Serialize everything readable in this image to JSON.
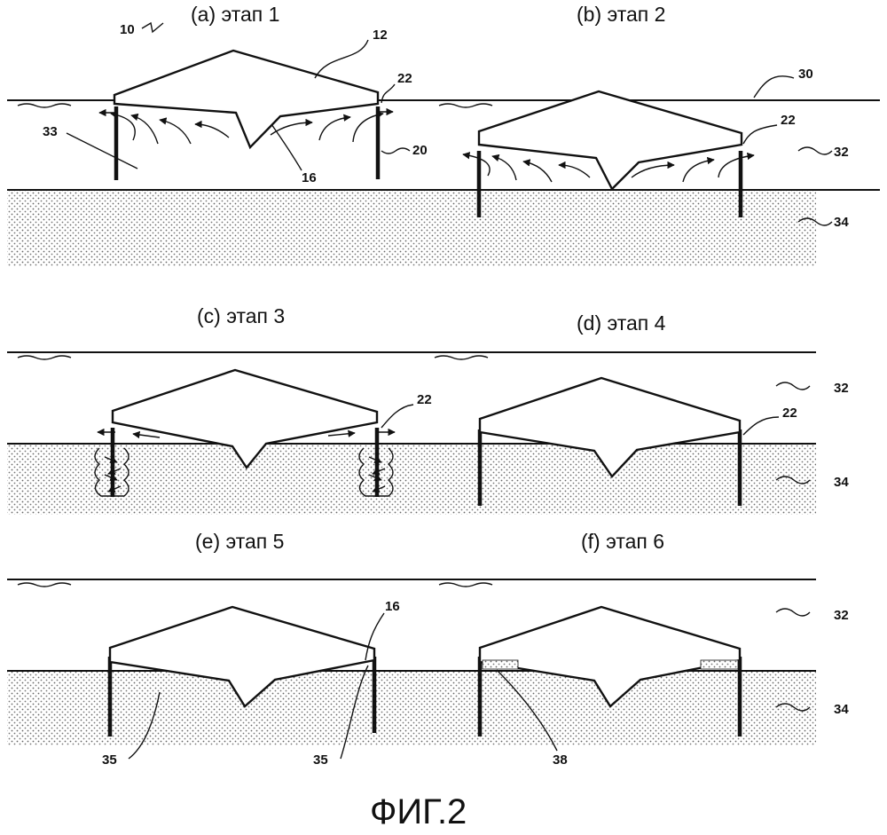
{
  "figure": {
    "caption": "ФИГ.2",
    "panels": [
      {
        "id": "a",
        "title": "(a) этап 1"
      },
      {
        "id": "b",
        "title": "(b) этап 2"
      },
      {
        "id": "c",
        "title": "(c) этап 3"
      },
      {
        "id": "d",
        "title": "(d) этап 4"
      },
      {
        "id": "e",
        "title": "(e) этап 5"
      },
      {
        "id": "f",
        "title": "(f) этап 6"
      }
    ],
    "refs": {
      "r10": "10",
      "r12": "12",
      "r16a": "16",
      "r16e": "16",
      "r20": "20",
      "r22a": "22",
      "r22b": "22",
      "r22c": "22",
      "r22d": "22",
      "r30": "30",
      "r32b": "32",
      "r32d": "32",
      "r32f": "32",
      "r33": "33",
      "r34b": "34",
      "r34d": "34",
      "r34f": "34",
      "r35a": "35",
      "r35b": "35",
      "r38": "38"
    }
  }
}
